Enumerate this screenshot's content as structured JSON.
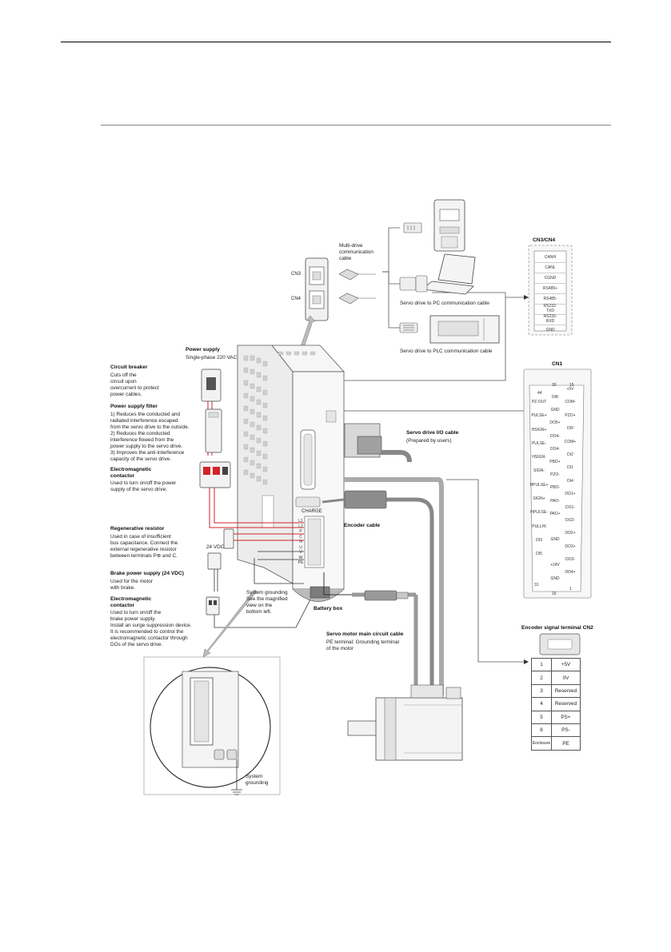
{
  "cn34": {
    "title": "CN3/CN4",
    "pins": [
      "CANH",
      "CANL",
      "CGND",
      "RS485+",
      "RS485-",
      "RS232-\nTXD",
      "RS232-\nRXD",
      "GND"
    ]
  },
  "cn1": {
    "title": "CN1",
    "corner_labels": [
      "30",
      "44",
      "15",
      "31",
      "1",
      "16"
    ],
    "left_pins": [
      "PZ-OUT",
      "PULSE+",
      "HSIGN+",
      "PULSE-",
      "HSIGN-",
      "SIGN-",
      "HPULSE+",
      "SIGN+",
      "HPULSE-",
      "PULLHI",
      "DI3",
      "DI5",
      "",
      ""
    ],
    "mid_pins": [
      "DI8",
      "GND",
      "DO5+",
      "DO4-",
      "DO4-",
      "PBO+",
      "PZO-",
      "PBO-",
      "PAO-",
      "PAO+",
      "",
      "GND",
      "",
      "+24V",
      "GND"
    ],
    "right_pins": [
      "+5V",
      "COM-",
      "PZO+",
      "DI9",
      "COM+",
      "DI2",
      "DI1",
      "DI4",
      "DO1+",
      "DO1-",
      "DO2-",
      "DO2+",
      "DO3+",
      "DO3-",
      "DO4+"
    ]
  },
  "cn2": {
    "title": "Encoder signal terminal CN2",
    "rows": [
      {
        "pin": "1",
        "signal": "+5V"
      },
      {
        "pin": "2",
        "signal": "0V"
      },
      {
        "pin": "3",
        "signal": "Reserved"
      },
      {
        "pin": "4",
        "signal": "Reserved"
      },
      {
        "pin": "5",
        "signal": "PS+"
      },
      {
        "pin": "6",
        "signal": "PS-"
      },
      {
        "pin": "Enclosure",
        "signal": "PE"
      }
    ]
  },
  "comm": {
    "multi_drive": "Multi-drive\ncommunication\ncable",
    "pc": "Servo drive to PC communication cable",
    "plc": "Servo drive to PLC communication cable",
    "cn3": "CN3",
    "cn4": "CN4"
  },
  "power_supply": {
    "title": "Power supply",
    "text": "Single-phase 220 VAC"
  },
  "circuit_breaker": {
    "title": "Circuit breaker",
    "text": "Cuts off the\ncircuit upon\novercurrent to protect\npower cables."
  },
  "filter": {
    "title": "Power supply filter",
    "text": "1) Reduces the conducted and\nradiated interference escaped\nfrom the servo drive to the outside.\n2) Reduces the conducted\ninterference flowed from the\npower supply to the servo drive.\n3) Improves the anti-interference\ncapacity of the servo drive."
  },
  "contactor1": {
    "title": "Electromagnetic\ncontactor",
    "text": "Used to turn on/off the power\nsupply of the servo drive."
  },
  "regen": {
    "title": "Regenerative resistor",
    "text": "Used in case of insufficient\nbus capacitance. Connect the\nexternal regenerative resistor\nbetween terminals P⊕ and C."
  },
  "brake_ps": {
    "title": "Brake power supply (24 VDC)",
    "text": "Used for the motor\nwith brake.",
    "vdc": "24 VDC"
  },
  "contactor2": {
    "title": "Electromagnetic\ncontactor",
    "text": "Used to turn on/off the\nbrake power supply.\nInstall an surge suppression device.\nIt is recommended to control the\nelectromagnetic contactor through\nDOs of the servo drive."
  },
  "io_cable": {
    "title": "Servo drive I/O cable",
    "text": "(Prepared by users)"
  },
  "encoder_cable": {
    "title": "Encoder cable"
  },
  "battery_box": {
    "title": "Battery box"
  },
  "main_cable": {
    "title": "Servo motor main circuit cable",
    "text": "PE terminal: Grounding terminal\nof the motor"
  },
  "grounding": {
    "text": "System grounding\nSee the magnified\nview on the\nbottom left."
  },
  "drive": {
    "charge": "CHARGE",
    "terminals": [
      "L1",
      "L2",
      "P",
      "C",
      "N",
      "U",
      "V",
      "W",
      "PE"
    ]
  },
  "magnified": {
    "text": "System\ngrounding"
  }
}
